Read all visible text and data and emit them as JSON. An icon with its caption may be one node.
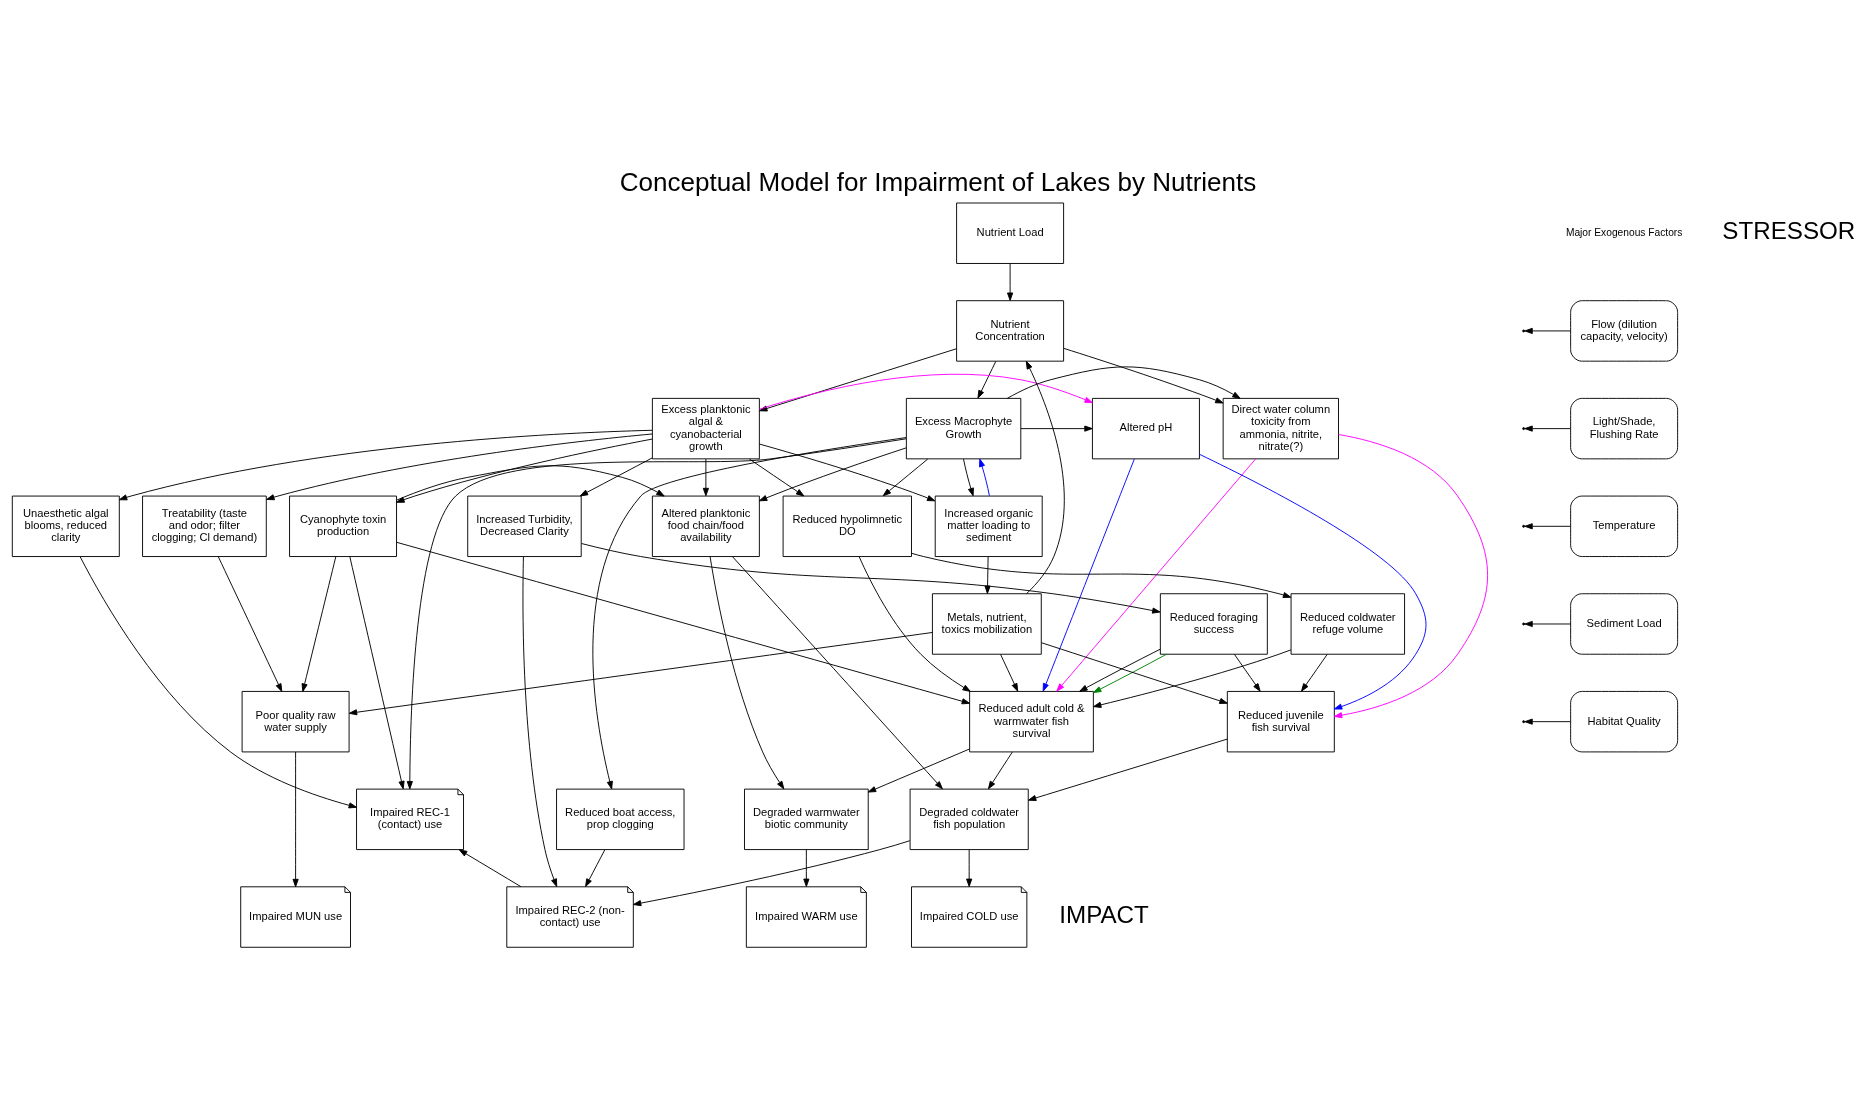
{
  "diagram": {
    "title": "Conceptual Model for Impairment of Lakes by Nutrients",
    "nodes": [
      {
        "text": [
          "Nutrient Load"
        ]
      },
      {
        "text": [
          "Nutrient Concentration"
        ]
      },
      {
        "text": [
          "Excess planktonic algal & cyanobacterial growth"
        ]
      },
      {
        "text": [
          "Direct water column toxicity from ammonia, nitrite, nitrate(?)"
        ]
      },
      {
        "text": [
          "Altered pH"
        ]
      },
      {
        "text": [
          "Excess Macrophyte Growth"
        ]
      },
      {
        "text": [
          "Reduced hypolimnetic DO"
        ]
      },
      {
        "text": [
          "Increased Turbidity, Decreased Clarity"
        ]
      },
      {
        "text": [
          "Increased organic matter loading to sediment"
        ]
      },
      {
        "text": [
          "Cyanophyte toxin production"
        ]
      },
      {
        "text": [
          "Altered planktonic food chain/food availability"
        ]
      },
      {
        "text": [
          "Treatability (taste and odor; filter clogging; Cl demand)"
        ]
      },
      {
        "text": [
          "Unaesthetic algal blooms, reduced clarity"
        ]
      },
      {
        "text": [
          "Reduced coldwater refuge volume"
        ]
      },
      {
        "text": [
          "Reduced foraging success"
        ]
      },
      {
        "text": [
          "Metals, nutrient, toxics mobilization"
        ]
      },
      {
        "text": [
          "Reduced juvenile fish survival"
        ]
      },
      {
        "text": [
          "Reduced adult cold & warmwater fish survival"
        ]
      },
      {
        "text": [
          "Poor quality raw water supply"
        ]
      },
      {
        "text": [
          "Degraded coldwater fish population"
        ]
      },
      {
        "text": [
          "Degraded warmwater biotic community"
        ]
      },
      {
        "text": [
          "Impaired REC-1 (contact) use"
        ]
      },
      {
        "text": [
          "Reduced boat access, prop clogging"
        ]
      },
      {
        "text": [
          "Impaired COLD use"
        ]
      },
      {
        "text": [
          "Impaired WARM use"
        ]
      },
      {
        "text": [
          "Impaired MUN use"
        ]
      },
      {
        "text": [
          "Impaired REC-2 (non-contact) use"
        ]
      },
      {
        "text": [
          "Flow (dilution capacity, velocity)"
        ]
      },
      {
        "text": [
          "Light/Shade, Flushing Rate"
        ]
      },
      {
        "text": [
          "Temperature"
        ]
      },
      {
        "text": [
          "Sediment Load"
        ]
      },
      {
        "text": [
          "Habitat Quality"
        ]
      }
    ],
    "edges": [
      {
        "from": 0,
        "to": 1,
        "arrow": "to"
      },
      {
        "from": 1,
        "to": 2,
        "arrow": "to"
      },
      {
        "from": 1,
        "to": 3,
        "arrow": "to"
      },
      {
        "from": 1,
        "to": 5,
        "arrow": "to"
      },
      {
        "from": 2,
        "to": 6,
        "arrow": "to"
      },
      {
        "from": 2,
        "to": 7,
        "arrow": "to"
      },
      {
        "from": 2,
        "to": 8,
        "arrow": "to"
      },
      {
        "from": 2,
        "to": 9,
        "arrow": "to"
      },
      {
        "from": 2,
        "to": 10,
        "arrow": "to"
      },
      {
        "from": 2,
        "to": 11,
        "arrow": "to"
      },
      {
        "from": 2,
        "to": 12,
        "arrow": "to"
      },
      {
        "from": 2,
        "to": 4,
        "arrow": "to",
        "color": "#ff00ff"
      },
      {
        "from": 5,
        "to": 4,
        "arrow": "to"
      },
      {
        "from": 5,
        "to": 3,
        "arrow": "to"
      },
      {
        "from": 5,
        "to": 6,
        "arrow": "to"
      },
      {
        "from": 5,
        "to": 8,
        "arrow": "to"
      },
      {
        "from": 5,
        "to": 10,
        "arrow": "to"
      },
      {
        "from": 5,
        "to": 21,
        "arrow": "to"
      },
      {
        "from": 5,
        "to": 22,
        "arrow": "to"
      },
      {
        "from": 8,
        "to": 5,
        "arrow": "to",
        "color": "#0000ff"
      },
      {
        "from": 3,
        "to": 16,
        "arrow": "to",
        "color": "#ff00ff"
      },
      {
        "from": 3,
        "to": 17,
        "arrow": "to",
        "color": "#ff00ff"
      },
      {
        "from": 4,
        "to": 16,
        "arrow": "to",
        "color": "#0000ff"
      },
      {
        "from": 4,
        "to": 17,
        "arrow": "to",
        "color": "#0000ff"
      },
      {
        "from": 6,
        "to": 13,
        "arrow": "to"
      },
      {
        "from": 6,
        "to": 17,
        "arrow": "to"
      },
      {
        "from": 7,
        "to": 14,
        "arrow": "to"
      },
      {
        "from": 7,
        "to": 26,
        "arrow": "to"
      },
      {
        "from": 8,
        "to": 15,
        "arrow": "to"
      },
      {
        "from": 9,
        "to": 10,
        "arrow": "to"
      },
      {
        "from": 9,
        "to": 17,
        "arrow": "to"
      },
      {
        "from": 9,
        "to": 18,
        "arrow": "to"
      },
      {
        "from": 9,
        "to": 21,
        "arrow": "to"
      },
      {
        "from": 10,
        "to": 19,
        "arrow": "to"
      },
      {
        "from": 10,
        "to": 20,
        "arrow": "to"
      },
      {
        "from": 11,
        "to": 18,
        "arrow": "to"
      },
      {
        "from": 12,
        "to": 21,
        "arrow": "to"
      },
      {
        "from": 13,
        "to": 16,
        "arrow": "to"
      },
      {
        "from": 13,
        "to": 17,
        "arrow": "to"
      },
      {
        "from": 14,
        "to": 17,
        "arrow": "to"
      },
      {
        "from": 14,
        "to": 16,
        "arrow": "to"
      },
      {
        "from": 14,
        "to": 17,
        "arrow": "to",
        "color": "#008000"
      },
      {
        "from": 15,
        "to": 1,
        "arrow": "to"
      },
      {
        "from": 15,
        "to": 16,
        "arrow": "to"
      },
      {
        "from": 15,
        "to": 17,
        "arrow": "to"
      },
      {
        "from": 15,
        "to": 18,
        "arrow": "to"
      },
      {
        "from": 16,
        "to": 19,
        "arrow": "to"
      },
      {
        "from": 17,
        "to": 19,
        "arrow": "to"
      },
      {
        "from": 17,
        "to": 20,
        "arrow": "to"
      },
      {
        "from": 18,
        "to": 25,
        "arrow": "to"
      },
      {
        "from": 19,
        "to": 23,
        "arrow": "to"
      },
      {
        "from": 19,
        "to": 26,
        "arrow": "to"
      },
      {
        "from": 20,
        "to": 24,
        "arrow": "to"
      },
      {
        "from": 26,
        "to": 21,
        "arrow": "to"
      },
      {
        "from": 22,
        "to": 26,
        "arrow": "to"
      },
      {
        "from": 27,
        "to": null,
        "arrow": "to"
      },
      {
        "from": 28,
        "to": null,
        "arrow": "to"
      },
      {
        "from": 29,
        "to": null,
        "arrow": "to"
      },
      {
        "from": 30,
        "to": null,
        "arrow": "to"
      },
      {
        "from": 31,
        "to": null,
        "arrow": "to"
      }
    ],
    "labels": [
      "STRESSOR",
      "Major Exogenous Factors",
      "IMPACT"
    ]
  }
}
